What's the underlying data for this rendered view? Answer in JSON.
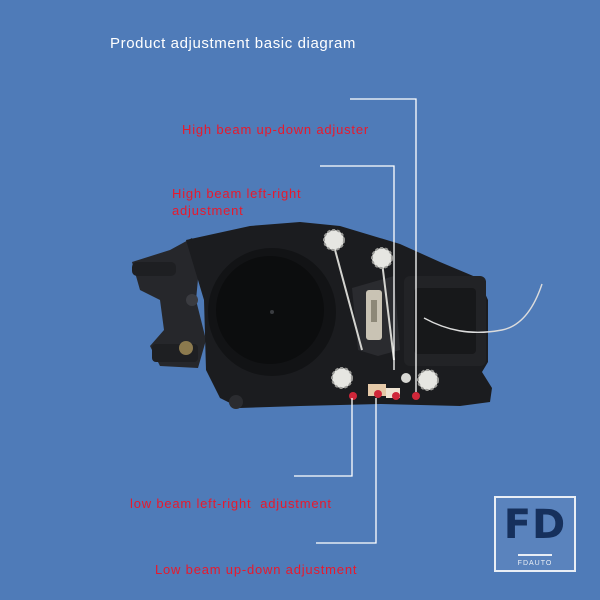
{
  "title": "Product adjustment basic diagram",
  "labels": {
    "high_beam_up_down": "High beam up-down adjuster",
    "high_beam_left_right": "High beam left-right\nadjustment",
    "low_beam_left_right": "low beam left-right  adjustment",
    "low_beam_up_down": "Low beam up-down adjustment"
  },
  "logo": {
    "mark": "FD",
    "sub": "FDAUTO"
  },
  "colors": {
    "background": "#4f7bb8",
    "label_red": "#e8192c",
    "leader_line": "#ffffff",
    "housing": "#1b1c1f"
  }
}
